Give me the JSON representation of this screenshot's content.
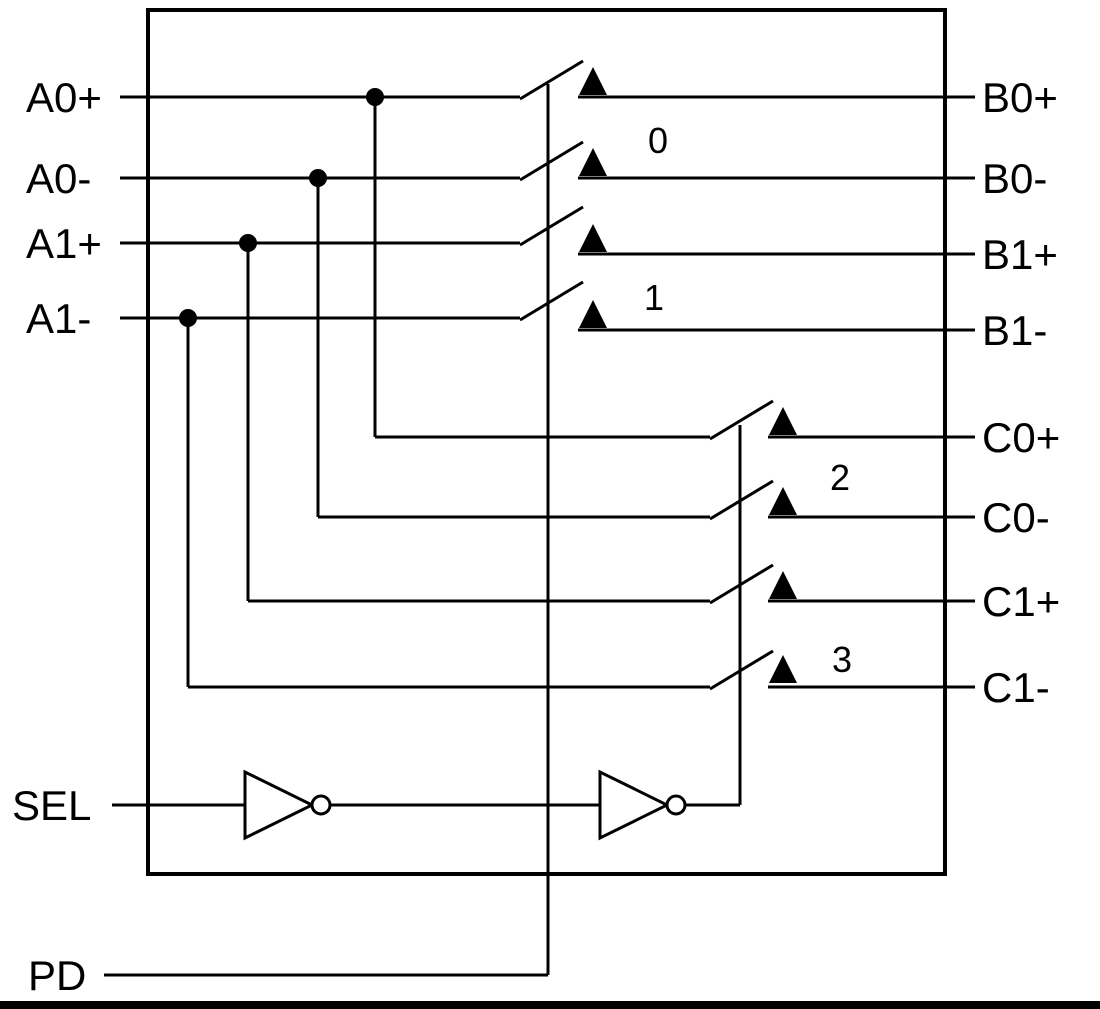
{
  "ports": {
    "left": [
      "A0+",
      "A0-",
      "A1+",
      "A1-"
    ],
    "sel": "SEL",
    "pd": "PD",
    "right": [
      "B0+",
      "B0-",
      "B1+",
      "B1-",
      "C0+",
      "C0-",
      "C1+",
      "C1-"
    ]
  },
  "switches": [
    {
      "channel": "0",
      "inputs": [
        "A0+",
        "A0-"
      ],
      "outputs": [
        "B0+",
        "B0-"
      ]
    },
    {
      "channel": "1",
      "inputs": [
        "A1+",
        "A1-"
      ],
      "outputs": [
        "B1+",
        "B1-"
      ]
    },
    {
      "channel": "2",
      "inputs": [
        "A0+",
        "A0-"
      ],
      "outputs": [
        "C0+",
        "C0-"
      ]
    },
    {
      "channel": "3",
      "inputs": [
        "A1+",
        "A1-"
      ],
      "outputs": [
        "C1+",
        "C1-"
      ]
    }
  ],
  "colors": {
    "line": "#000000",
    "background": "#ffffff"
  }
}
